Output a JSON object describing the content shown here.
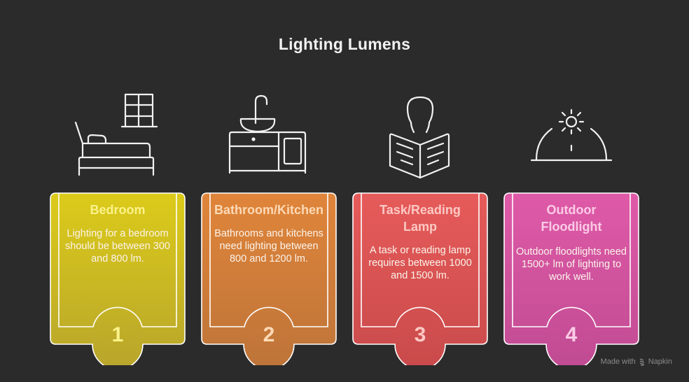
{
  "title": "Lighting Lumens",
  "steps": [
    {
      "number": "1",
      "title": "Bedroom",
      "description": "Lighting for a bedroom should be between 300 and 800 lm.",
      "icon": "bed-window-icon",
      "color_top": "#dccb1a",
      "color_bottom": "#b8a52c",
      "title_color": "#fbf28a",
      "number_color": "#fbf28a"
    },
    {
      "number": "2",
      "title": "Bathroom/Kitchen",
      "description": "Bathrooms and kitchens need lighting between 800 and 1200 lm.",
      "icon": "sink-cabinet-icon",
      "color_top": "#e0853a",
      "color_bottom": "#bd7439",
      "title_color": "#fcd9b6",
      "number_color": "#fcd9b6"
    },
    {
      "number": "3",
      "title": "Task/Reading Lamp",
      "description": "A task or reading lamp requires between 1000 and 1500 lm.",
      "icon": "person-reading-icon",
      "color_top": "#e65b5a",
      "color_bottom": "#c94a4b",
      "title_color": "#fcc8c4",
      "number_color": "#fcc8c4"
    },
    {
      "number": "4",
      "title": "Outdoor Floodlight",
      "description": "Outdoor floodlights need 1500+ lm of lighting to work well.",
      "icon": "floodlight-icon",
      "color_top": "#df5aa8",
      "color_bottom": "#c04b92",
      "title_color": "#fccbe6",
      "number_color": "#fccbe6"
    }
  ],
  "credit": {
    "text": "Made with",
    "brand": "Napkin"
  }
}
